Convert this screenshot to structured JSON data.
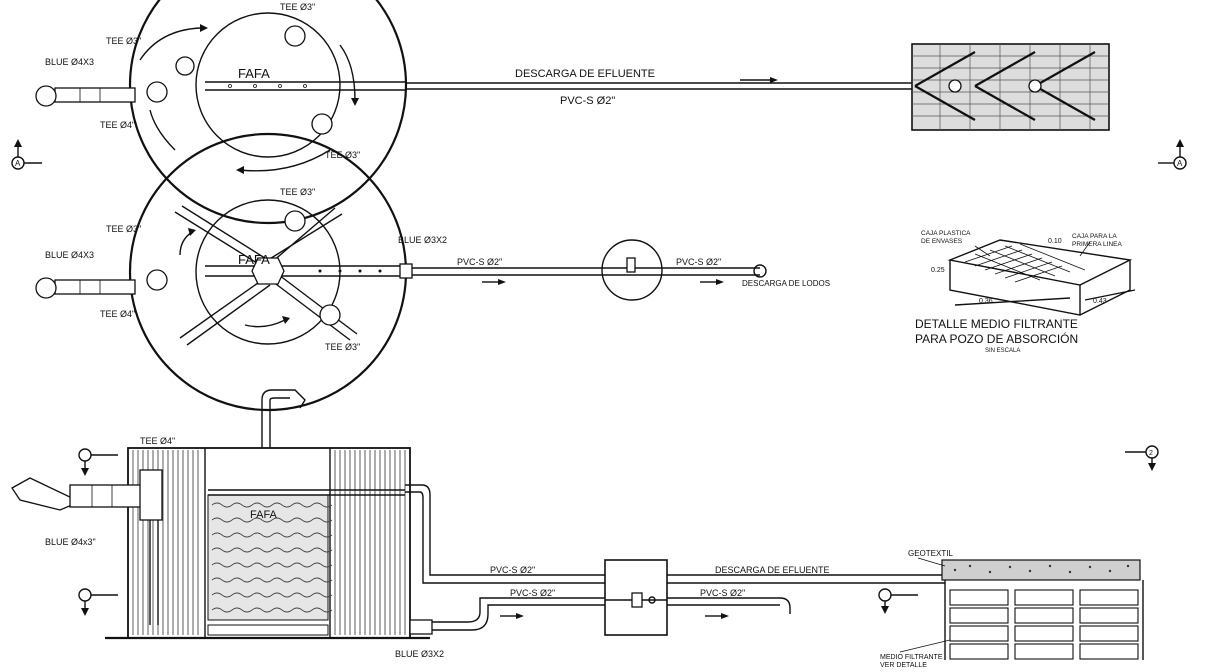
{
  "plan_top": {
    "tank_label": "FAFA",
    "tee_top": "TEE Ø3\"",
    "tee_upper_left": "TEE Ø3\"",
    "tee_bottom": "TEE Ø3\"",
    "tee_lower_left": "TEE Ø4\"",
    "inlet_label": "BLUE Ø4X3",
    "discharge_label": "DESCARGA DE EFLUENTE",
    "pipe_label": "PVC-S Ø2\""
  },
  "plan_mid": {
    "tank_label": "FAFA",
    "tee_top": "TEE Ø3\"",
    "tee_upper_left": "TEE Ø3\"",
    "tee_bottom": "TEE Ø3\"",
    "tee_lower_left": "TEE Ø4\"",
    "inlet_label": "BLUE Ø4X3",
    "outlet_label": "BLUE Ø3X2",
    "pipe_label_1": "PVC-S Ø2\"",
    "pipe_label_2": "PVC-S Ø2\"",
    "sludge_label": "DESCARGA DE LODOS"
  },
  "detail": {
    "box_plastic": "CAJA PLASTICA",
    "box_plastic_2": "DE ENVASES",
    "box_frame": "CAJA PARA LA",
    "box_frame_2": "PRIMERA LINEA",
    "dim_top": "0.10",
    "dim_side": "0.25",
    "dim_w1": "0.36",
    "dim_w2": "0.43",
    "title_line1": "DETALLE MEDIO FILTRANTE",
    "title_line2": "PARA POZO DE ABSORCIÓN",
    "scale": "SIN ESCALA"
  },
  "section": {
    "tank_label": "FAFA",
    "tee_top": "TEE Ø4\"",
    "inlet_label": "BLUE Ø4x3\"",
    "outlet_label": "BLUE Ø3X2",
    "pipe_upper": "PVC-S Ø2\"",
    "pipe_lower_1": "PVC-S Ø2\"",
    "pipe_lower_2": "PVC-S Ø2\"",
    "discharge_label": "DESCARGA DE EFLUENTE",
    "geotextile": "GEOTEXTIL",
    "filter_media_1": "MEDIO FILTRANTE",
    "filter_media_2": "VER DETALLE"
  },
  "markers": {
    "a_left": "A",
    "a_right": "A",
    "b": "2"
  }
}
